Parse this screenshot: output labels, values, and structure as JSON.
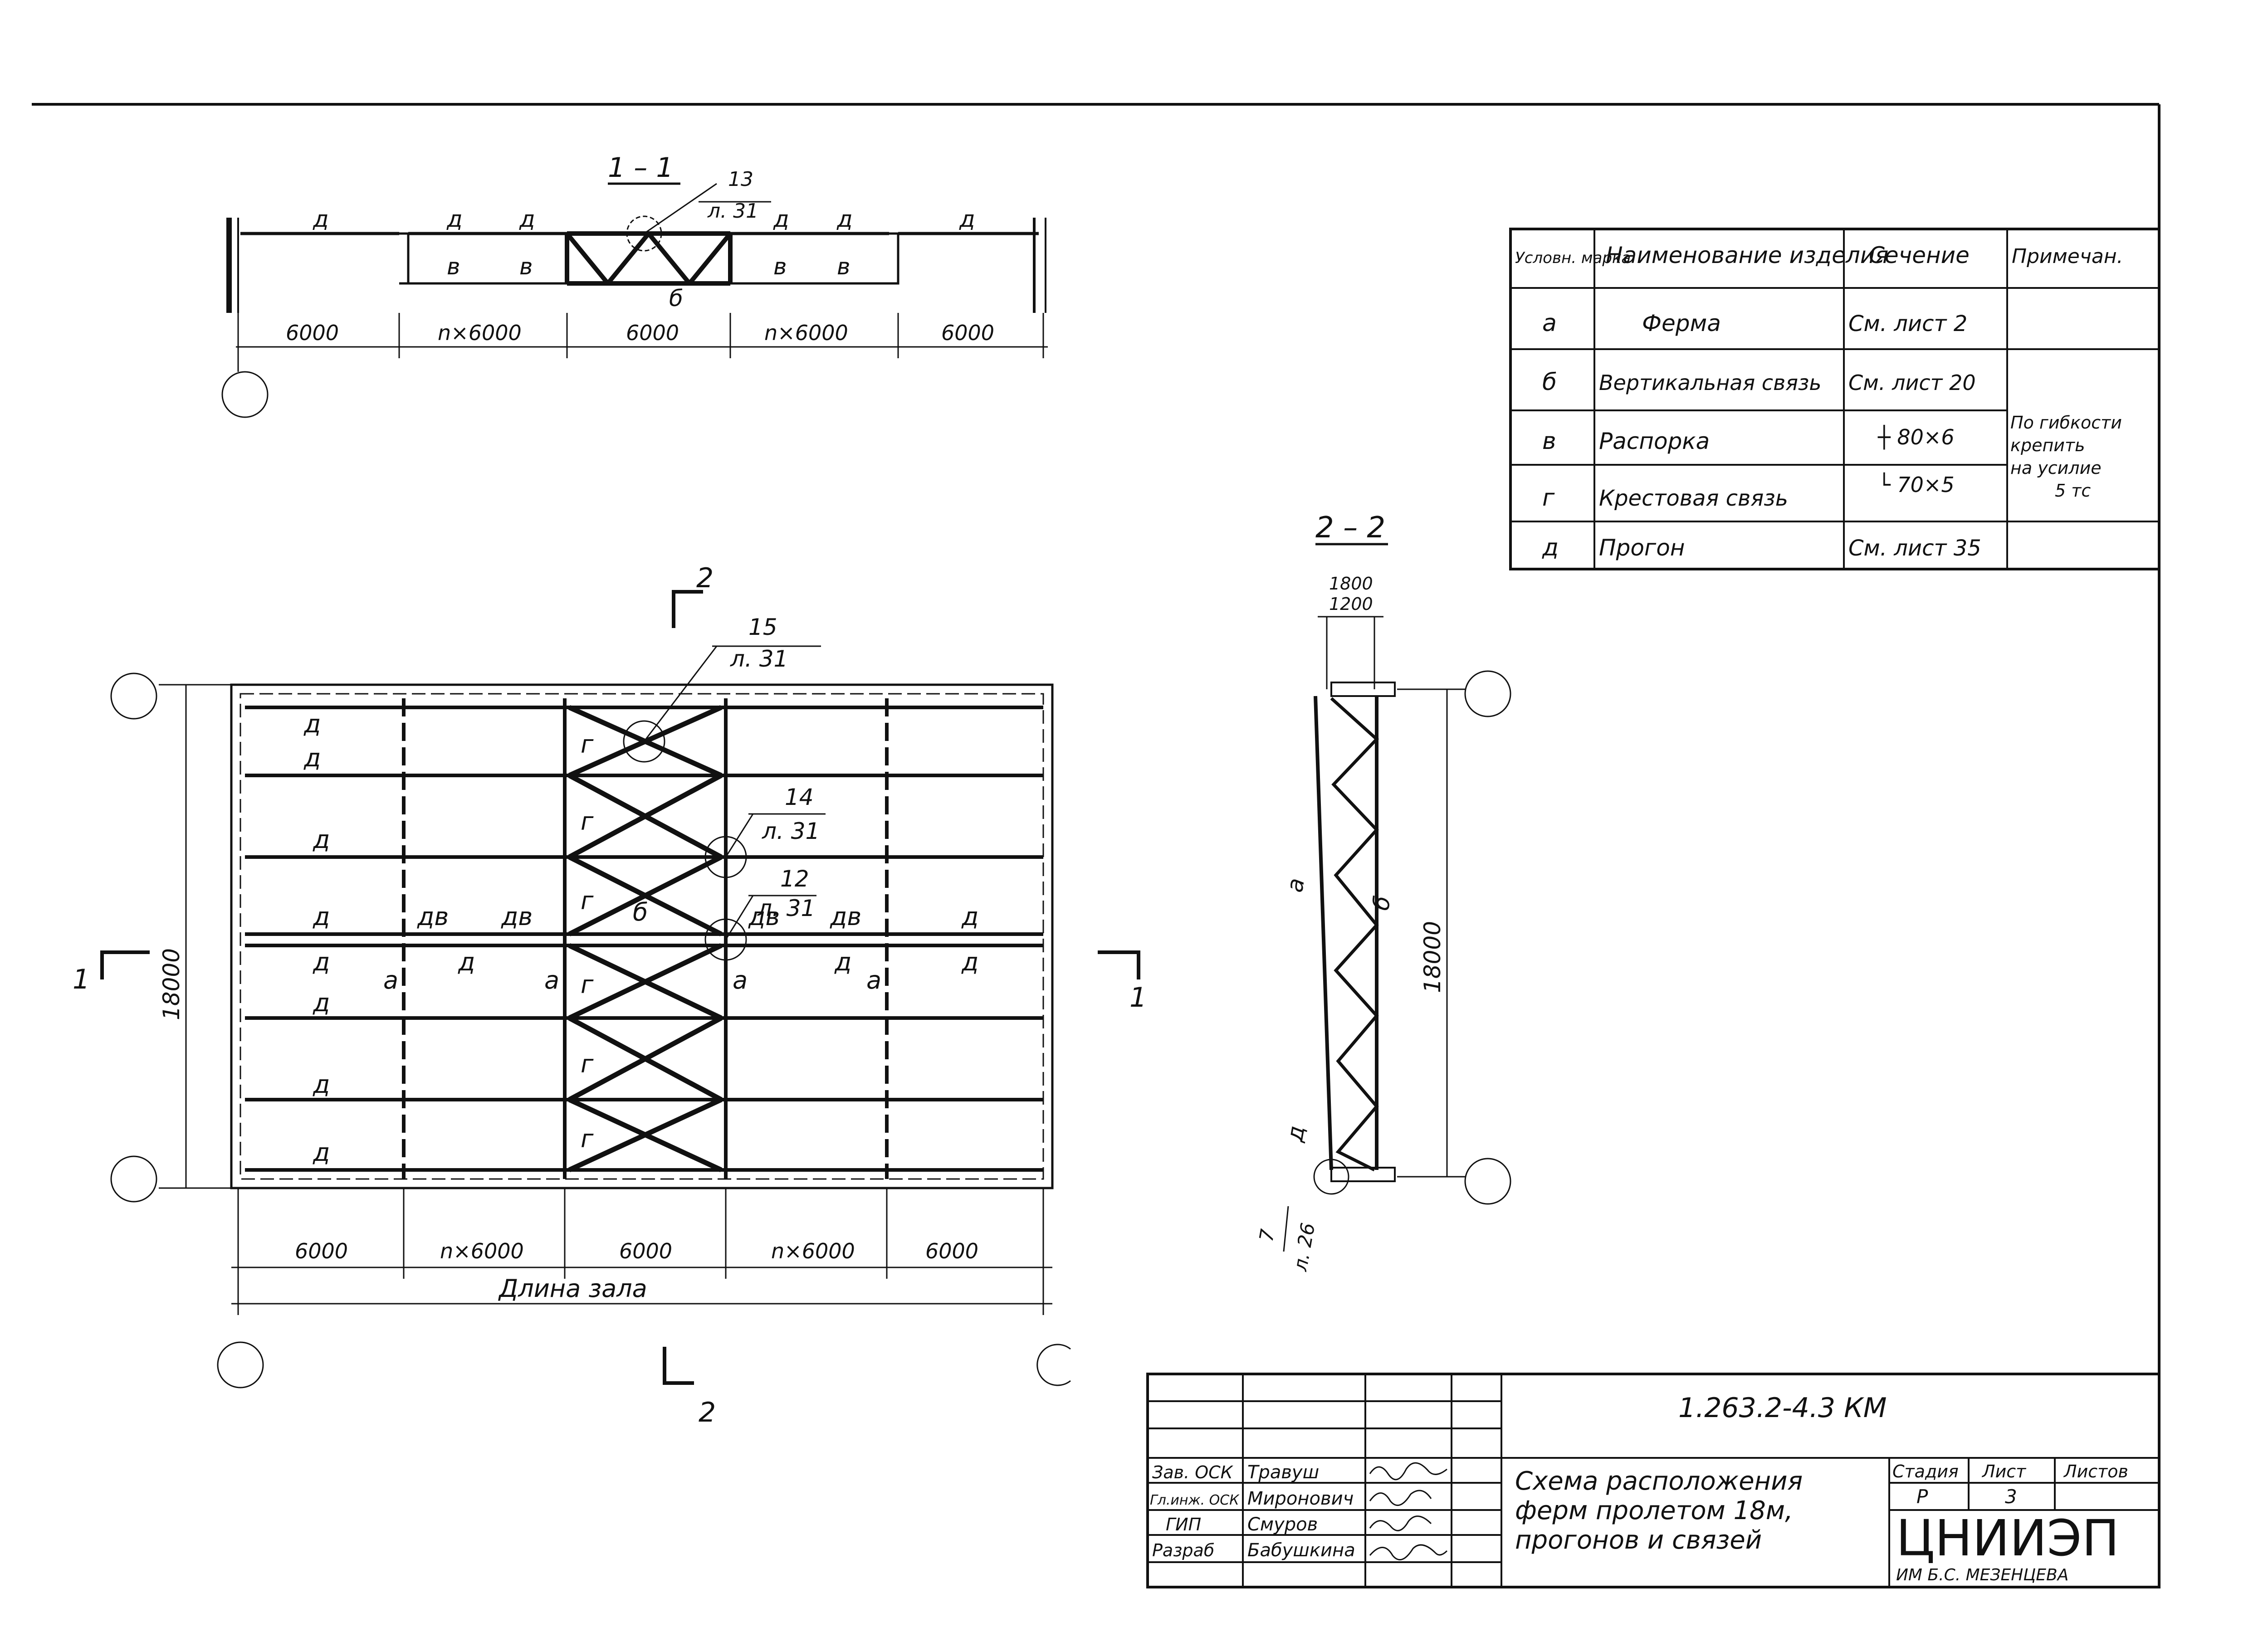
{
  "section_1_1": {
    "title": "1 – 1",
    "node_ref": "13",
    "node_sheet": "л. 31",
    "labels": {
      "purlin": "д",
      "strut": "в",
      "vertical_brace": "б"
    },
    "dims": [
      "6000",
      "n×6000",
      "6000",
      "n×6000",
      "6000"
    ]
  },
  "plan": {
    "span_dim": "18000",
    "bottom_dims": [
      "6000",
      "n×6000",
      "6000",
      "n×6000",
      "6000"
    ],
    "hall_length": "Длина зала",
    "cut_1_label": "1",
    "cut_2_label": "2",
    "callouts": [
      {
        "num": "15",
        "sheet": "л. 31"
      },
      {
        "num": "14",
        "sheet": "л. 31"
      },
      {
        "num": "12",
        "sheet": "л. 31"
      }
    ],
    "labels": {
      "purlin": "д",
      "truss": "а",
      "cross_brace": "г",
      "vertical_brace": "б",
      "purlin_strut": "дв"
    }
  },
  "section_2_2": {
    "title": "2 – 2",
    "dim_top_1": "1800",
    "dim_top_2": "1200",
    "span_dim": "18000",
    "label_truss": "а",
    "label_brace": "б",
    "label_purlin": "д",
    "node_ref": "7",
    "node_sheet": "л. 26"
  },
  "legend": {
    "headers": [
      "Условн. марка",
      "Наименование изделия",
      "Сечение",
      "Примечан."
    ],
    "rows": [
      {
        "mark": "а",
        "name": "Ферма",
        "section": "См. лист 2"
      },
      {
        "mark": "б",
        "name": "Вертикальная связь",
        "section": "См. лист 20"
      },
      {
        "mark": "в",
        "name": "Распорка",
        "section": "┼ 80×6"
      },
      {
        "mark": "г",
        "name": "Крестовая связь",
        "section": "└ 70×5"
      },
      {
        "mark": "д",
        "name": "Прогон",
        "section": "См. лист 35"
      }
    ],
    "note": [
      "По гибкости",
      "крепить",
      "на усилие",
      "5 тс"
    ]
  },
  "stamp": {
    "doc_code": "1.263.2-4.3 КМ",
    "title": [
      "Схема расположения",
      "ферм пролетом 18м,",
      "прогонов и связей"
    ],
    "people": [
      {
        "role": "Зав. ОСК",
        "name": "Травуш"
      },
      {
        "role": "Гл.инж. ОСК",
        "name": "Миронович"
      },
      {
        "role": "ГИП",
        "name": "Смуров"
      },
      {
        "role": "Разраб",
        "name": "Бабушкина"
      }
    ],
    "stage_h": "Стадия",
    "sheet_h": "Лист",
    "sheets_h": "Листов",
    "stage": "Р",
    "sheet": "3",
    "org": "ЦНИИЭП",
    "org_sub": "ИМ Б.С. МЕЗЕНЦЕВА"
  }
}
